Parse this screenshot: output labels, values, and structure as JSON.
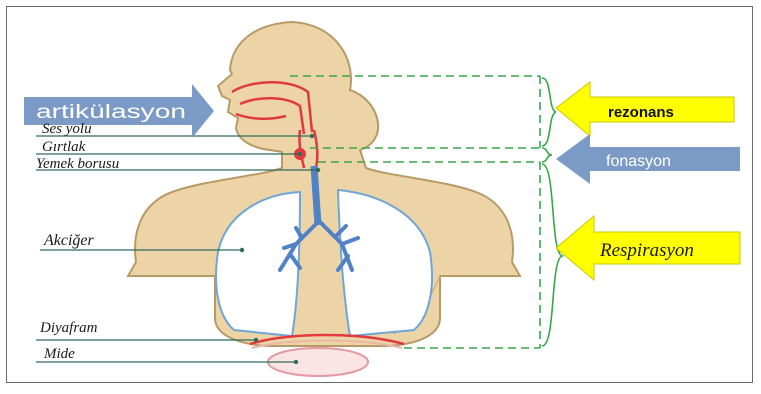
{
  "labels": {
    "ses_yolu": "Ses yolu",
    "girtlak": "Gırtlak",
    "yemek_borusu": "Yemek borusu",
    "akciger": "Akciğer",
    "diyafram": "Diyafram",
    "mide": "Mide"
  },
  "regions": {
    "artikulasyon": "artikülasyon",
    "rezonans": "rezonans",
    "fonasyon": "fonasyon",
    "respirasyon": "Respirasyon"
  },
  "colors": {
    "body_fill": "#ecd4a6",
    "body_outline": "#b89a66",
    "airway_red": "#e0393f",
    "lung_outline": "#6fa6d6",
    "bronchi_blue": "#4f82c6",
    "leader_line": "#2e6b5c",
    "dashed_green": "#3aa64a",
    "arrow_blue": "#7b9bc6",
    "arrow_yellow": "#ffff00"
  }
}
